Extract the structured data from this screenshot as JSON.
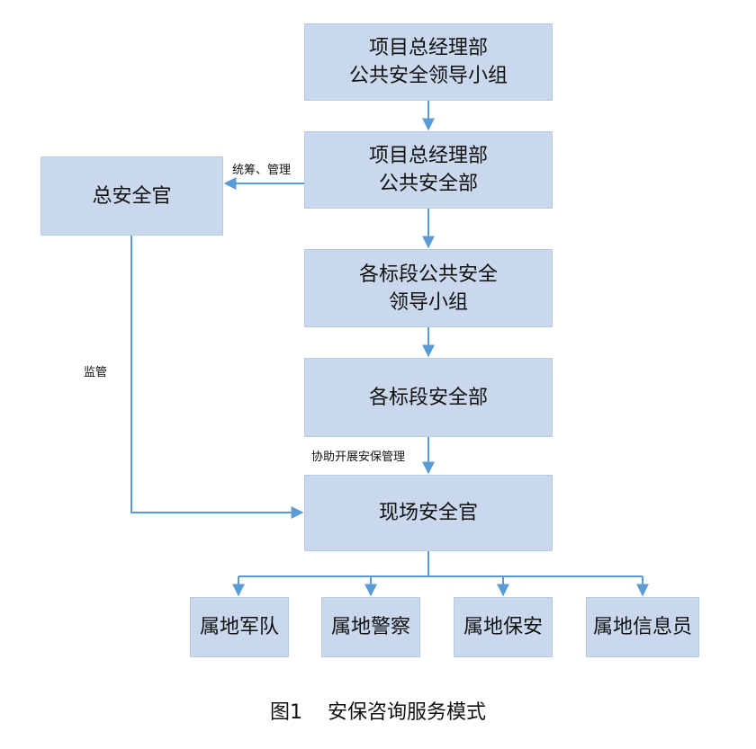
{
  "nodes": {
    "pm_leadership": {
      "line1": "项目总经理部",
      "line2": "公共安全领导小组"
    },
    "pm_department": {
      "line1": "项目总经理部",
      "line2": "公共安全部"
    },
    "chief_officer": {
      "line1": "总安全官"
    },
    "section_leadership": {
      "line1": "各标段公共安全",
      "line2": "领导小组"
    },
    "section_department": {
      "line1": "各标段安全部"
    },
    "site_officer": {
      "line1": "现场安全官"
    },
    "local_army": {
      "line1": "属地军队"
    },
    "local_police": {
      "line1": "属地警察"
    },
    "local_security": {
      "line1": "属地保安"
    },
    "local_informant": {
      "line1": "属地信息员"
    }
  },
  "edge_labels": {
    "coordinate_manage": "统筹、管理",
    "supervise": "监管",
    "assist": "协助开展安保管理"
  },
  "caption": {
    "figure_no": "图1",
    "title": "安保咨询服务模式"
  },
  "colors": {
    "box_fill": "#c9d8ec",
    "connector": "#5b9bd5"
  }
}
